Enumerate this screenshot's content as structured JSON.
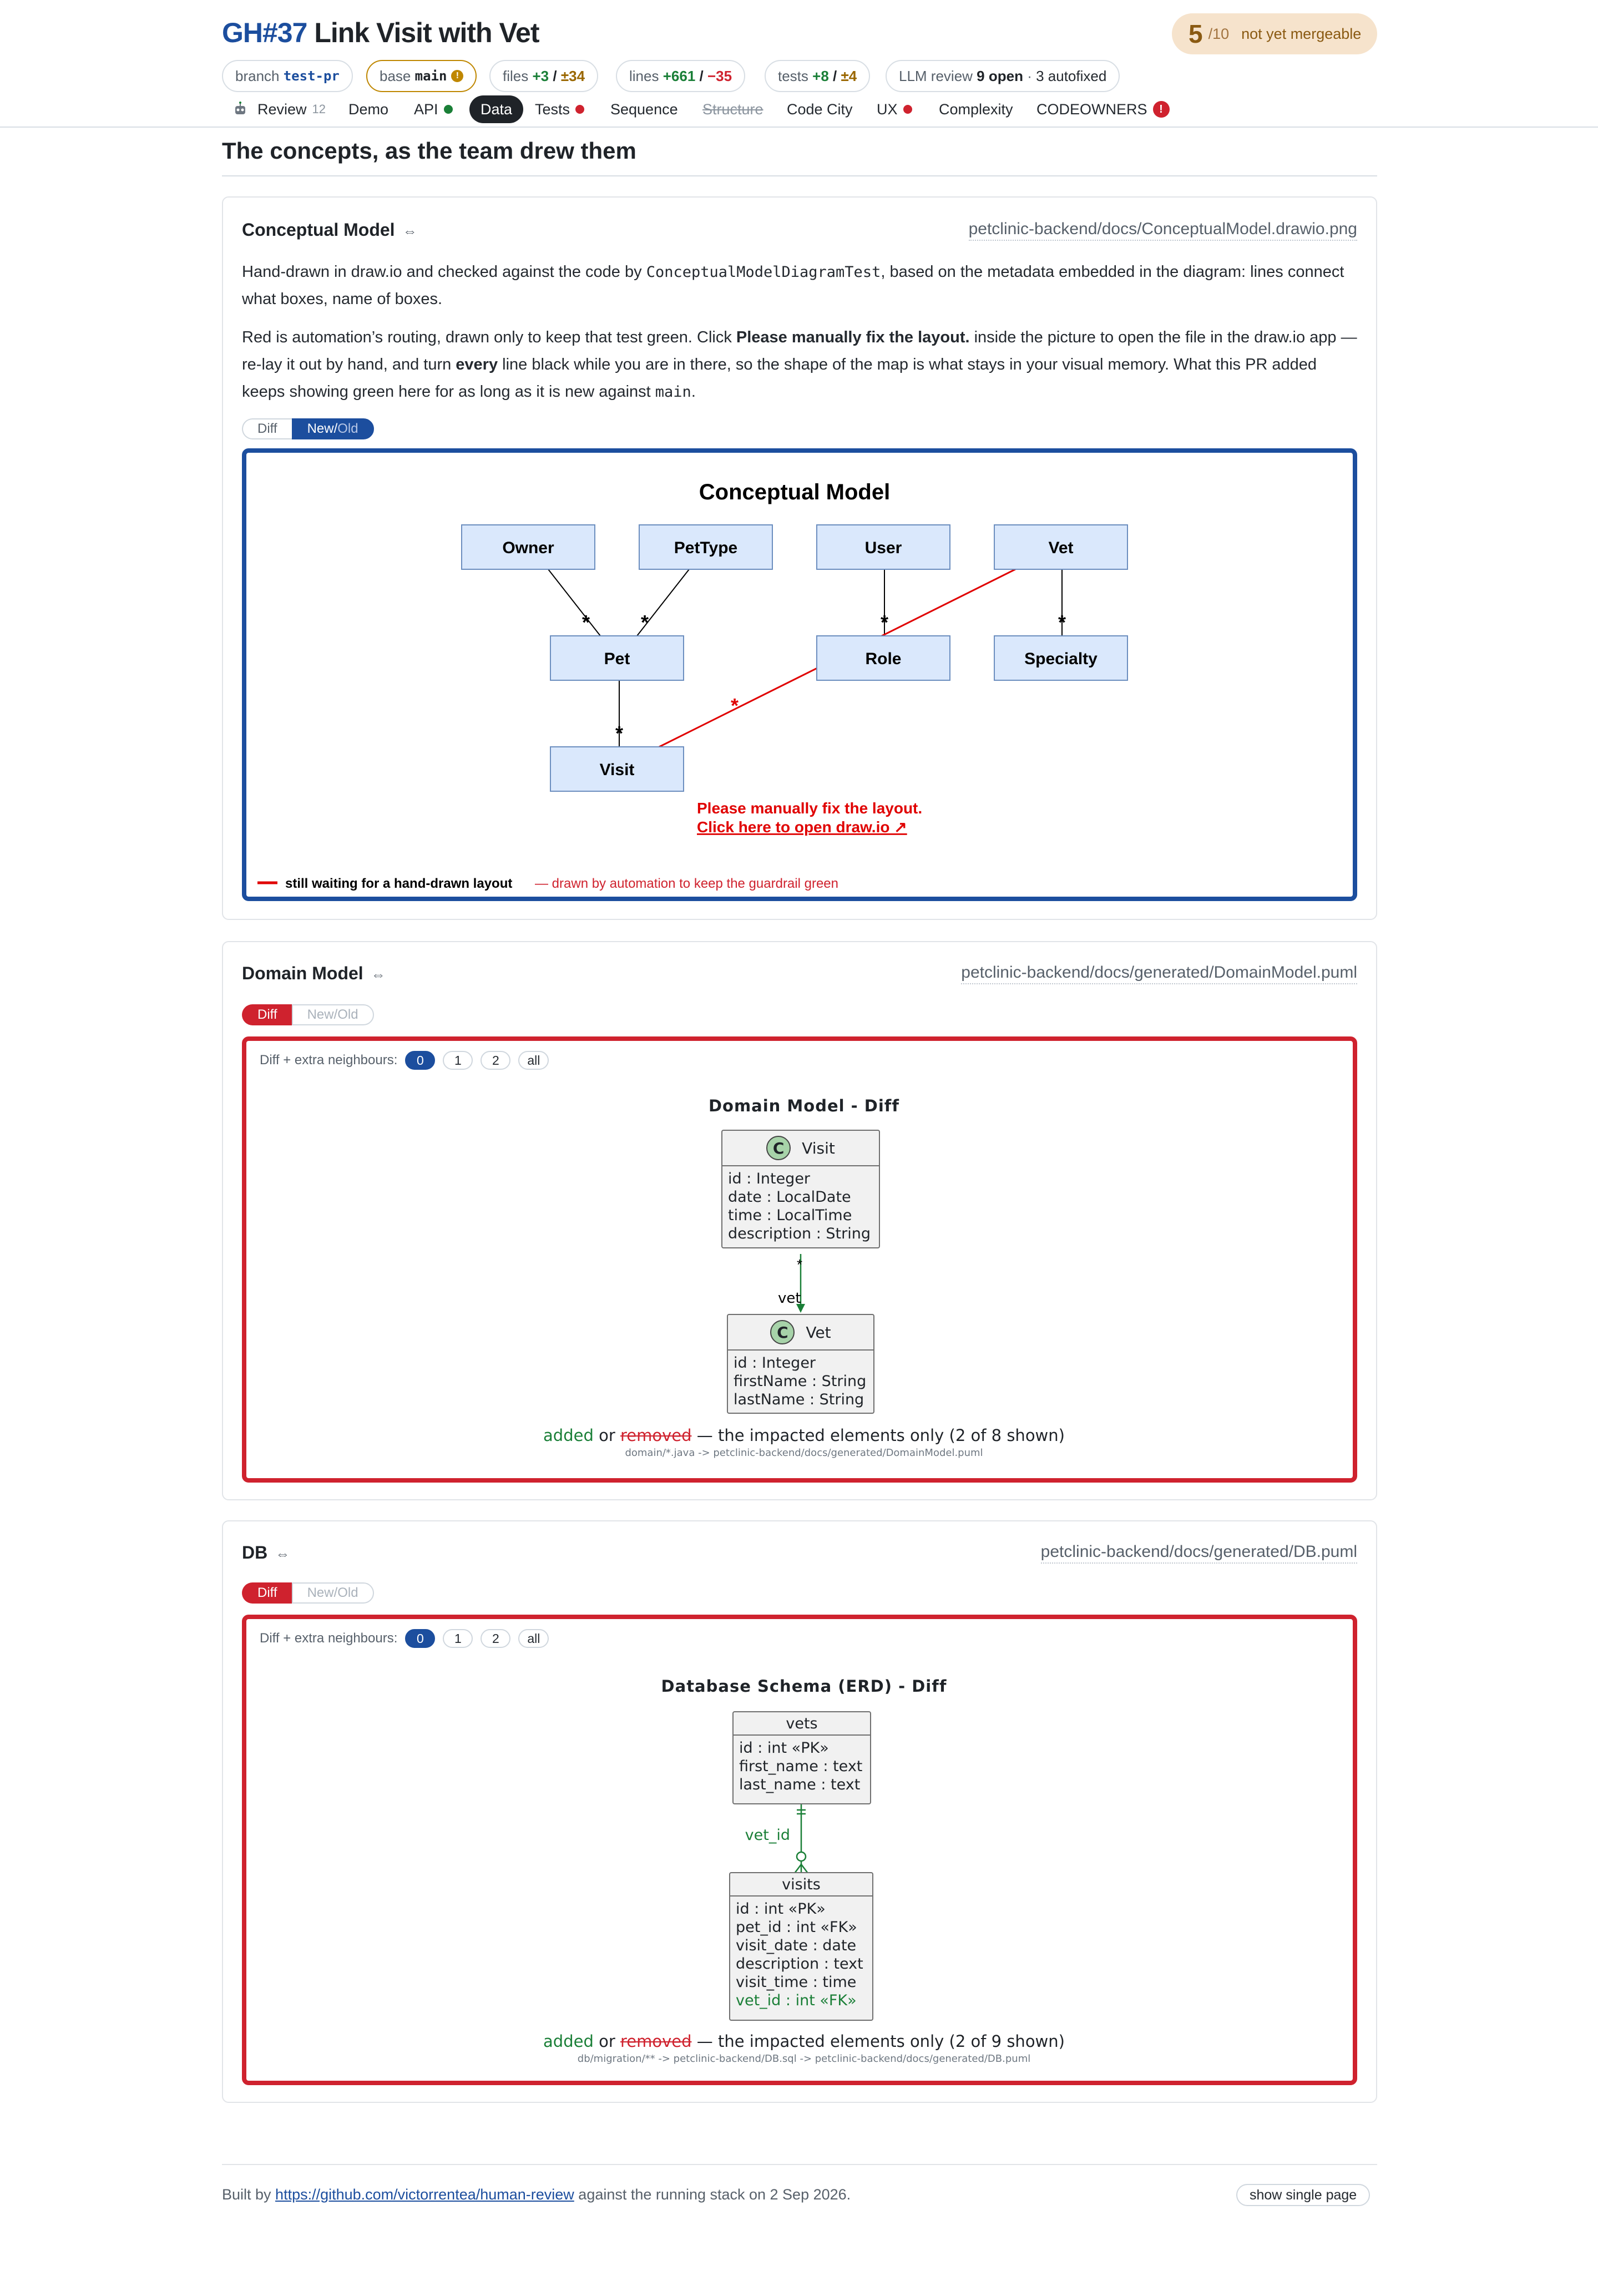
{
  "header": {
    "pr_number": "GH#37",
    "title": "Link Visit with Vet",
    "score": "5",
    "score_of": "/10",
    "score_status": "not yet mergeable",
    "chips": {
      "branch_label": "branch",
      "branch_value": "test-pr",
      "base_label": "base",
      "base_value": "main",
      "base_warning": "!",
      "files_label": "files",
      "files_added": "+3",
      "files_sep": "/",
      "files_changed": "±34",
      "lines_label": "lines",
      "lines_added": "+661",
      "lines_sep": "/",
      "lines_removed": "−35",
      "tests_label": "tests",
      "tests_added": "+8",
      "tests_sep": "/",
      "tests_changed": "±4",
      "llm_label": "LLM review",
      "llm_open": "9 open",
      "llm_sep": "·",
      "llm_autofixed": "3 autofixed"
    },
    "tabs": {
      "review": "Review",
      "review_count": "12",
      "demo": "Demo",
      "api": "API",
      "data": "Data",
      "tests": "Tests",
      "sequence": "Sequence",
      "structure": "Structure",
      "code_city": "Code City",
      "ux": "UX",
      "complexity": "Complexity",
      "codeowners": "CODEOWNERS",
      "codeowners_alert": "!"
    }
  },
  "section_heading": "The concepts, as the team drew them",
  "conceptual": {
    "title": "Conceptual Model",
    "expand": "⇔",
    "path": "petclinic-backend/docs/ConceptualModel.drawio.png",
    "para1_a": "Hand-drawn in draw.io and checked against the code by ",
    "para1_code": "ConceptualModelDiagramTest",
    "para1_b": ", based on the metadata embedded in the diagram: lines connect what boxes, name of boxes.",
    "para2_a": "Red is automation’s routing, drawn only to keep that test green. Click ",
    "para2_bold1": "Please manually fix the layout.",
    "para2_b": " inside the picture to open the file in the draw.io app — re-lay it out by hand, and turn ",
    "para2_bold2": "every",
    "para2_c": " line black while you are in there, so the shape of the map is what stays in your visual memory. What this PR added keeps showing green here for as long as it is new against ",
    "para2_code": "main",
    "para2_d": ".",
    "toggle_diff": "Diff",
    "toggle_new": "New",
    "toggle_slash": "/",
    "toggle_old": "Old",
    "diagram": {
      "title": "Conceptual Model",
      "boxes": {
        "owner": "Owner",
        "pettype": "PetType",
        "user": "User",
        "vet": "Vet",
        "pet": "Pet",
        "role": "Role",
        "specialty": "Specialty",
        "visit": "Visit"
      },
      "star": "*",
      "fix_line1": "Please manually fix the layout.",
      "fix_line2": "Click here to open draw.io ↗",
      "legend_bold": "still waiting for a hand-drawn layout",
      "legend_rest": "— drawn by automation to keep the guardrail green"
    },
    "colors": {
      "box_fill": "#dae8fc",
      "box_stroke": "#6c8ebf",
      "auto_line": "#e00000",
      "frame": "#1c4e9e"
    }
  },
  "domain": {
    "title": "Domain Model",
    "expand": "⇔",
    "path": "petclinic-backend/docs/generated/DomainModel.puml",
    "toggle_diff": "Diff",
    "toggle_new": "New",
    "toggle_slash": "/",
    "toggle_old": "Old",
    "neighbours_label": "Diff + extra neighbours:",
    "neighbours": [
      "0",
      "1",
      "2",
      "all"
    ],
    "diagram_title": "Domain Model - Diff",
    "class_icon": "C",
    "visit": {
      "name": "Visit",
      "fields": [
        "id : Integer",
        "date : LocalDate",
        "time : LocalTime",
        "description : String"
      ]
    },
    "vet": {
      "name": "Vet",
      "fields": [
        "id : Integer",
        "firstName : String",
        "lastName : String"
      ]
    },
    "assoc_mult": "*",
    "assoc_label": "vet",
    "caption_added": "added",
    "caption_or": " or ",
    "caption_removed": "removed",
    "caption_rest": " — the impacted elements only (2 of 8 shown)",
    "source": "domain/*.java -> petclinic-backend/docs/generated/DomainModel.puml"
  },
  "db": {
    "title": "DB",
    "expand": "⇔",
    "path": "petclinic-backend/docs/generated/DB.puml",
    "toggle_diff": "Diff",
    "toggle_new": "New",
    "toggle_slash": "/",
    "toggle_old": "Old",
    "neighbours_label": "Diff + extra neighbours:",
    "neighbours": [
      "0",
      "1",
      "2",
      "all"
    ],
    "diagram_title": "Database Schema (ERD) - Diff",
    "vets": {
      "name": "vets",
      "fields": [
        "id : int «PK»",
        "first_name : text",
        "last_name : text"
      ]
    },
    "visits": {
      "name": "visits",
      "fields": [
        "id : int «PK»",
        "pet_id : int «FK»",
        "visit_date : date",
        "description : text",
        "visit_time : time"
      ],
      "added_field": "vet_id : int «FK»"
    },
    "fk_label": "vet_id",
    "caption_added": "added",
    "caption_or": " or ",
    "caption_removed": "removed",
    "caption_rest": " — the impacted elements only (2 of 9 shown)",
    "source": "db/migration/** -> petclinic-backend/DB.sql -> petclinic-backend/docs/generated/DB.puml"
  },
  "footer": {
    "built_by": "Built by ",
    "link": "https://github.com/victorrentea/human-review",
    "rest": " against the running stack on 2 Sep 2026.",
    "show_single": "show single page"
  }
}
